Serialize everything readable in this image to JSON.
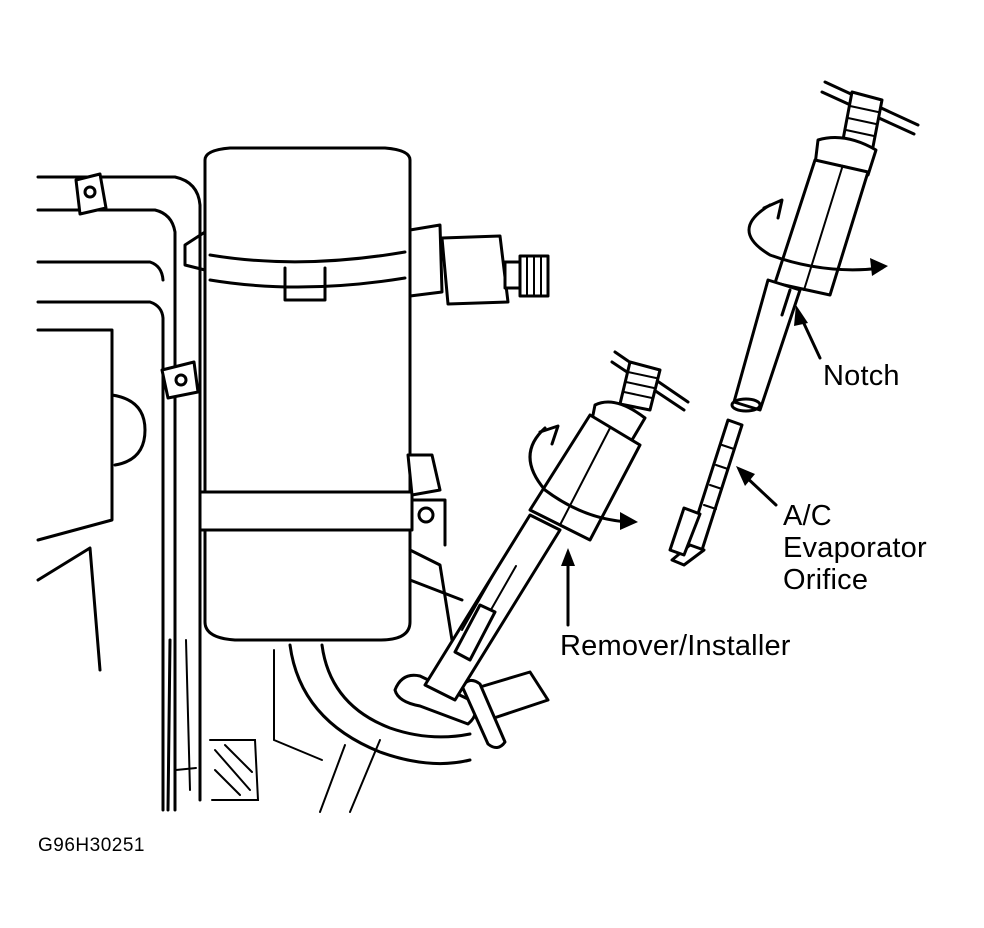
{
  "labels": {
    "notch": "Notch",
    "orifice_line1": "A/C",
    "orifice_line2": "Evaporator",
    "orifice_line3": "Orifice",
    "remover_installer": "Remover/Installer",
    "figure_id": "G96H30251"
  },
  "colors": {
    "ink": "#000000",
    "paper": "#ffffff"
  }
}
